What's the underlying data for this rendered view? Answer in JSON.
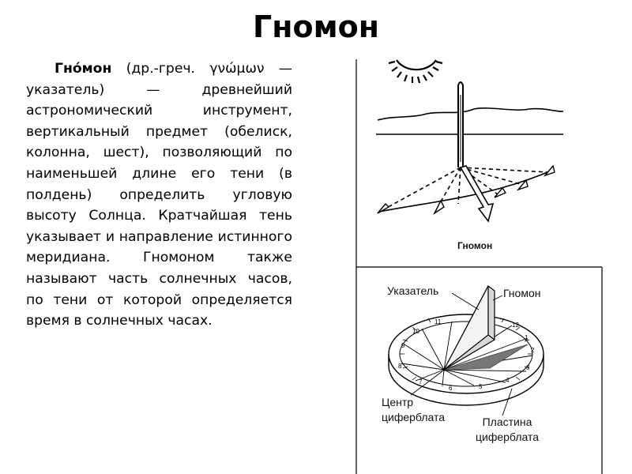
{
  "page": {
    "title": "Гномон"
  },
  "text": {
    "term": "Гно́мон",
    "body": "(др.-греч. γνώμων — указатель) — древнейший астрономический инструмент, вертикальный предмет (обелиск, колонна, шест), позволяющий по наименьшей длине его тени (в полдень) определить угловую высоту Солнца. Кратчайшая тень указывает и направление истинного меридиана. Гномоном также называют часть солнечных часов, по тени от которой определяется время в солнечных часах."
  },
  "figure_top": {
    "caption": "Гномон",
    "icons": [
      "sun-icon"
    ]
  },
  "figure_bottom": {
    "label_pointer": "Указатель",
    "label_gnomon": "Гномон",
    "label_center_line1": "Центр",
    "label_center_line2": "циферблата",
    "label_plate_line1": "Пластина",
    "label_plate_line2": "циферблата",
    "dial_numbers": [
      "12",
      "1",
      "2",
      "3",
      "4",
      "5",
      "6",
      "7",
      "8",
      "9",
      "10",
      "11"
    ]
  }
}
